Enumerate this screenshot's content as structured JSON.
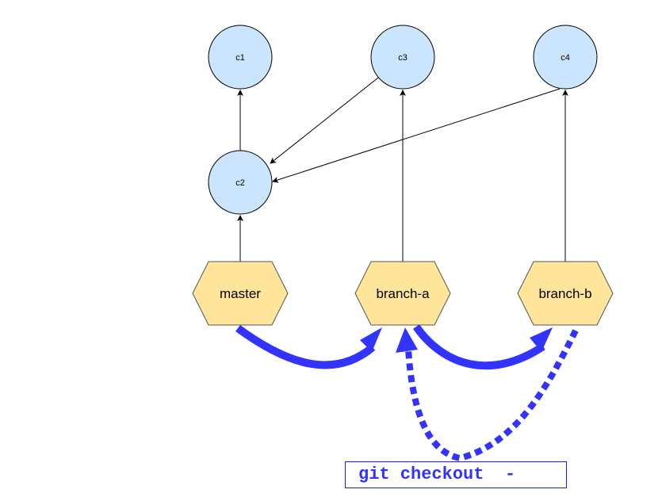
{
  "commits": [
    {
      "id": "c1",
      "label": "c1"
    },
    {
      "id": "c2",
      "label": "c2"
    },
    {
      "id": "c3",
      "label": "c3"
    },
    {
      "id": "c4",
      "label": "c4"
    }
  ],
  "branches": [
    {
      "id": "master",
      "label": "master"
    },
    {
      "id": "branch-a",
      "label": "branch-a"
    },
    {
      "id": "branch-b",
      "label": "branch-b"
    }
  ],
  "command": {
    "label": "git checkout  -"
  },
  "colors": {
    "commit_fill": "#cce5ff",
    "branch_fill": "#ffe599",
    "accent": "#3333ff"
  }
}
